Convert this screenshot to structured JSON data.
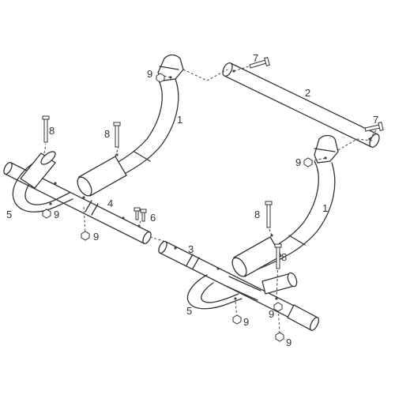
{
  "labels": {
    "bar_1_upper": "1",
    "bar_1_lower": "1",
    "crossbar": "2",
    "lower_bar": "3",
    "upper_bar": "4",
    "handle_left": "5",
    "handle_right": "5",
    "bolt_6": "6",
    "bolt_7_left": "7",
    "bolt_7_right": "7",
    "bolt_8_a": "8",
    "bolt_8_b": "8",
    "bolt_8_c": "8",
    "bolt_8_d": "8",
    "nut_9_a": "9",
    "nut_9_b": "9",
    "nut_9_c": "9",
    "nut_9_d": "9",
    "nut_9_e": "9",
    "nut_9_f": "9",
    "nut_9_g": "9"
  }
}
